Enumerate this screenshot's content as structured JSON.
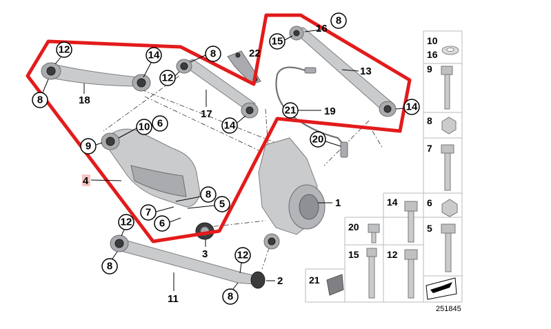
{
  "diagram": {
    "callouts": {
      "c8_top": "8",
      "c16_top": "16",
      "c15_top": "15",
      "c13": "13",
      "c14_right": "14",
      "c12_tl": "12",
      "c14_tl": "14",
      "c8_left": "8",
      "c18": "18",
      "c12_mid": "12",
      "c8_mid": "8",
      "c22": "22",
      "c17": "17",
      "c14_mid": "14",
      "c21": "21",
      "c19": "19",
      "c10": "10",
      "c6_top": "6",
      "c9": "9",
      "c20": "20",
      "c4": "4",
      "c8_lower": "8",
      "c5": "5",
      "c7": "7",
      "c6_lower": "6",
      "c1": "1",
      "c12_left": "12",
      "c3": "3",
      "c8_bl": "8",
      "c12_right": "12",
      "c2": "2",
      "c11": "11",
      "c8_bottom": "8"
    },
    "grid": {
      "r1_label_a": "10",
      "r1_label_b": "16",
      "r2_label": "9",
      "r3_label": "8",
      "r4_label": "7",
      "r5_label_a": "14",
      "r5_label_b": "6",
      "r6_label_a": "20",
      "r6_label_b": "5",
      "r7_label_a": "15",
      "r7_label_b": "12",
      "r8_label": "21"
    },
    "diagram_number": "251845"
  },
  "colors": {
    "highlight_outline": "#e31b1b",
    "part_fill": "#c9cbcd",
    "bushing": "#3c3c3c",
    "callout_4_highlight": "#f4c3c3"
  }
}
